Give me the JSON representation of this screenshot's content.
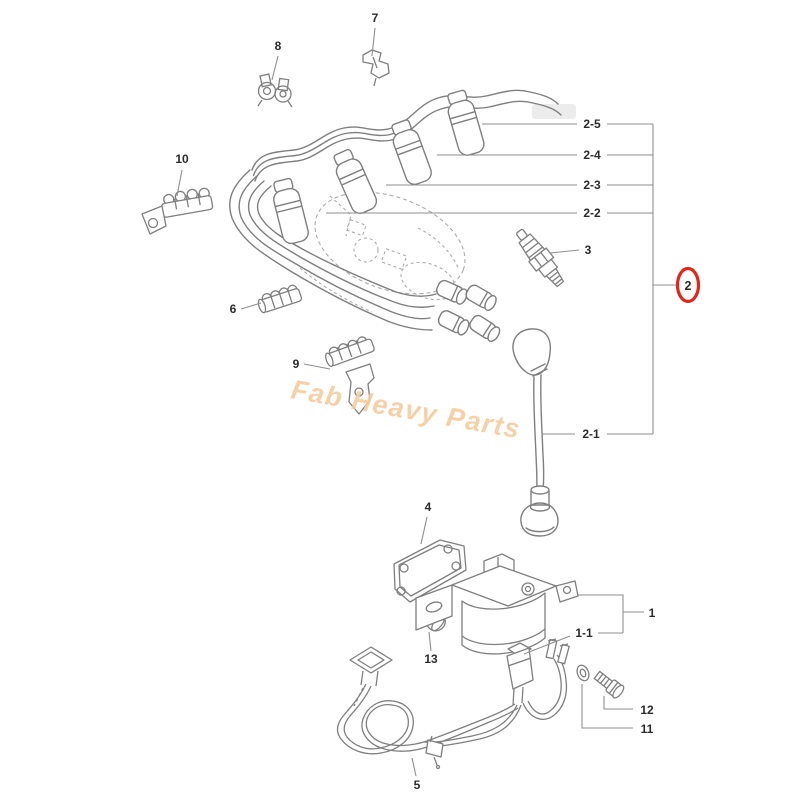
{
  "diagram": {
    "watermark": "Fab Heavy Parts",
    "colors": {
      "line": "#7f7f7f",
      "ghost": "#ababab",
      "leader": "#8f8f8f",
      "label": "#2b2b2b",
      "highlight": "#e2261d",
      "watermark": "#f6cb9e"
    },
    "callouts": {
      "clip7": "7",
      "clip8": "8",
      "holder10": "10",
      "separator6": "6",
      "bracket9": "9",
      "wire25": "2-5",
      "wire24": "2-4",
      "wire23": "2-3",
      "wire22": "2-2",
      "sparkplug3": "3",
      "wireset2": "2",
      "coilwire21": "2-1",
      "plate4": "4",
      "coil1": "1",
      "coilsub11": "1-1",
      "bolt13": "13",
      "bolt12": "12",
      "washer11": "11",
      "harness5": "5"
    }
  }
}
